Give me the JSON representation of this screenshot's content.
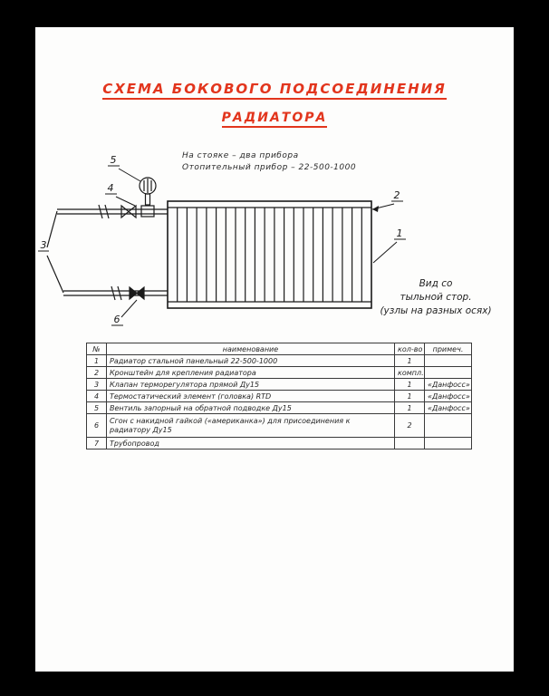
{
  "document": {
    "title_line1": "СХЕМА БОКОВОГО ПОДСОЕДИНЕНИЯ",
    "title_line2": "РАДИАТОРА",
    "subtitle_line1": "На стояке – два прибора",
    "subtitle_line2": "Отопительный прибор – 22-500-1000",
    "side_note_line1": "Вид со",
    "side_note_line2": "тыльной стор.",
    "side_note_line3": "(узлы на разных осях)",
    "accent_color": "#e2351d"
  },
  "callouts": {
    "c1": "1",
    "c2": "2",
    "c3": "3",
    "c4": "4",
    "c5": "5",
    "c6": "6"
  },
  "table": {
    "headers": {
      "num": "№",
      "name": "наименование",
      "qty": "кол-во",
      "note": "примеч."
    },
    "rows": [
      {
        "num": "1",
        "name": "Радиатор стальной панельный 22-500-1000",
        "qty": "1",
        "note": ""
      },
      {
        "num": "2",
        "name": "Кронштейн для крепления радиатора",
        "qty": "компл.",
        "note": ""
      },
      {
        "num": "3",
        "name": "Клапан терморегулятора прямой Ду15",
        "qty": "1",
        "note": "«Данфосс»"
      },
      {
        "num": "4",
        "name": "Термостатический элемент (головка) RTD",
        "qty": "1",
        "note": "«Данфосс»"
      },
      {
        "num": "5",
        "name": "Вентиль запорный на обратной подводке Ду15",
        "qty": "1",
        "note": "«Данфосс»"
      },
      {
        "num": "6",
        "name": "Сгон с накидной гайкой («американка») для присоединения к радиатору Ду15",
        "qty": "2",
        "note": ""
      },
      {
        "num": "7",
        "name": "Трубопровод",
        "qty": "",
        "note": ""
      }
    ]
  }
}
